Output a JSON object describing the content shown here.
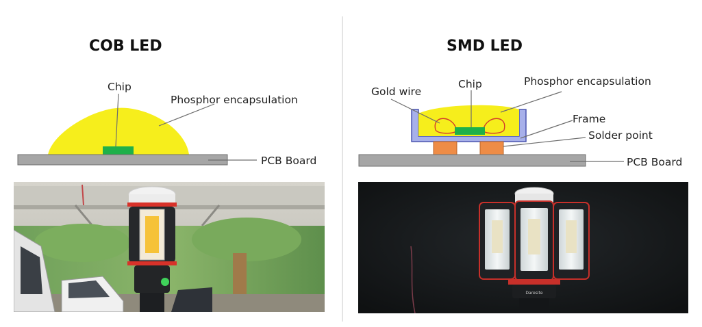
{
  "cob": {
    "title": "COB LED",
    "labels": {
      "chip": "Chip",
      "phosphor": "Phosphor encapsulation",
      "pcb": "PCB Board"
    },
    "colors": {
      "phosphor": "#f6ee1c",
      "chip": "#1fb04a",
      "pcb": "#a6a6a6"
    },
    "photo": {
      "subject": "COB work light mounted in a parking garage"
    }
  },
  "smd": {
    "title": "SMD LED",
    "labels": {
      "gold_wire": "Gold wire",
      "chip": "Chip",
      "phosphor": "Phosphor encapsulation",
      "frame": "Frame",
      "solder": "Solder point",
      "pcb": "PCB Board"
    },
    "colors": {
      "phosphor": "#f6ee1c",
      "chip": "#1fb04a",
      "frame": "#a7b0ea",
      "frame_border": "#4a55b0",
      "solder": "#ee8c46",
      "wire": "#d33c2a",
      "pcb": "#a6a6a6"
    },
    "photo": {
      "subject": "SMD three-panel work light on dark background",
      "brand": "Daresite"
    }
  }
}
